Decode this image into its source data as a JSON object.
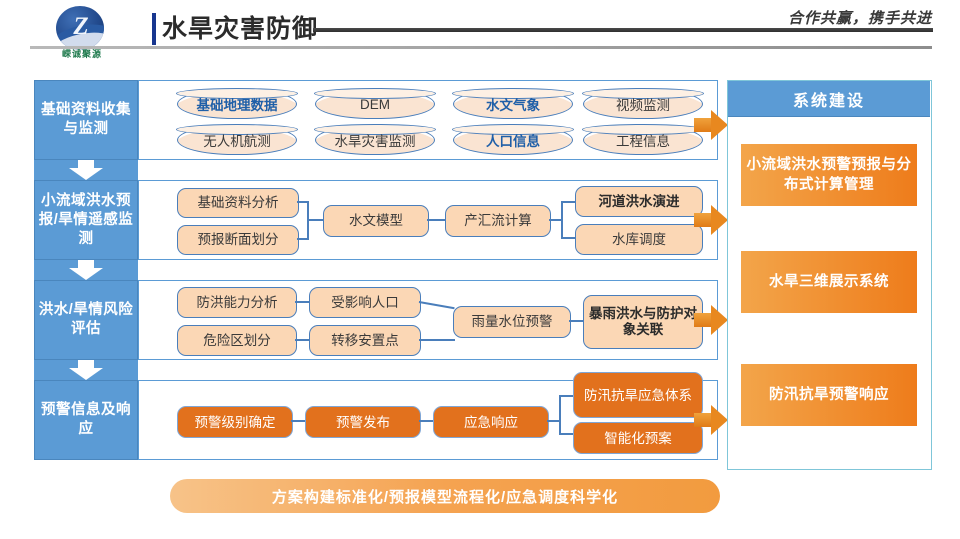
{
  "header": {
    "logo_mark": "Z",
    "logo_text": "嵘诚聚源",
    "title": "水旱灾害防御",
    "slogan": "合作共赢，携手共进"
  },
  "flow": {
    "stages": [
      {
        "label": "基础资料收集与监测"
      },
      {
        "label": "小流域洪水预报/旱情遥感监测"
      },
      {
        "label": "洪水/旱情风险评估"
      },
      {
        "label": "预警信息及响应"
      }
    ],
    "row1_nodes": [
      {
        "label": "基础地理数据",
        "highlight": true
      },
      {
        "label": "DEM",
        "highlight": false
      },
      {
        "label": "水文气象",
        "highlight": true
      },
      {
        "label": "视频监测",
        "highlight": false
      },
      {
        "label": "无人机航测",
        "highlight": false
      },
      {
        "label": "水旱灾害监测",
        "highlight": false
      },
      {
        "label": "人口信息",
        "highlight": true
      },
      {
        "label": "工程信息",
        "highlight": false
      }
    ],
    "row2_nodes": [
      {
        "label": "基础资料分析",
        "highlight": false
      },
      {
        "label": "预报断面划分",
        "highlight": false
      },
      {
        "label": "水文模型",
        "highlight": false
      },
      {
        "label": "产汇流计算",
        "highlight": false
      },
      {
        "label": "河道洪水演进",
        "highlight": true
      },
      {
        "label": "水库调度",
        "highlight": false
      }
    ],
    "row3_nodes": [
      {
        "label": "防洪能力分析",
        "highlight": false
      },
      {
        "label": "危险区划分",
        "highlight": false
      },
      {
        "label": "受影响人口",
        "highlight": false
      },
      {
        "label": "转移安置点",
        "highlight": false
      },
      {
        "label": "雨量水位预警",
        "highlight": false
      },
      {
        "label": "暴雨洪水与防护对象关联",
        "highlight": true
      }
    ],
    "row4_nodes": [
      {
        "label": "预警级别确定"
      },
      {
        "label": "预警发布"
      },
      {
        "label": "应急响应"
      },
      {
        "label": "防汛抗旱应急体系"
      },
      {
        "label": "智能化预案"
      }
    ]
  },
  "right_panel": {
    "header": "系统建设",
    "cards": [
      {
        "label": "小流域洪水预警预报与分布式计算管理"
      },
      {
        "label": "水旱三维展示系统"
      },
      {
        "label": "防汛抗旱预警响应"
      }
    ]
  },
  "banner": {
    "text": "方案构建标准化/预报模型流程化/应急调度科学化"
  },
  "colors": {
    "blue": "#5b9bd5",
    "orange": "#e2711d",
    "peach": "#fbd7b5",
    "cylinder": "#fae4d2",
    "border_blue": "#4a7ebb",
    "title_accent": "#17368f"
  }
}
